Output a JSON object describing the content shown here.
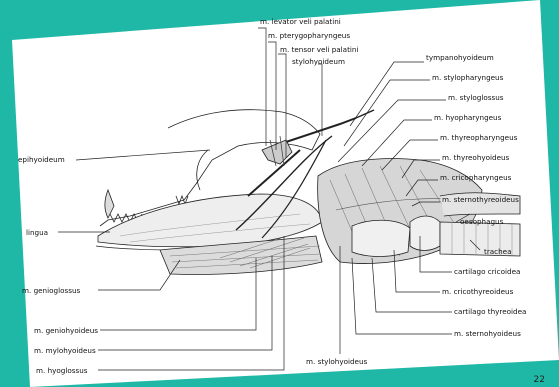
{
  "page_number": "22",
  "colors": {
    "background": "#1fb8a6",
    "paper": "#ffffff",
    "ink": "#111111"
  },
  "labels": {
    "levator_veli_palatini": "m. levator veli palatini",
    "pterygopharyngeus": "m. pterygopharyngeus",
    "tensor_veli_palatini": "m. tensor veli palatini",
    "stylohyoideum": "stylohyoideum",
    "tympanohyoideum": "tympanohyoideum",
    "stylopharyngeus": "m. stylopharyngeus",
    "styloglossus": "m. styloglossus",
    "hyopharyngeus": "m. hyopharyngeus",
    "thyreopharyngeus": "m. thyreopharyngeus",
    "thyreohyoideus": "m. thyreohyoideus",
    "cricopharyngeus": "m. cricopharyngeus",
    "sternothyreoideus": "m. sternothyreoideus",
    "oesophagus": "oesophagus",
    "trachea": "trachea",
    "cartilago_cricoidea": "cartilago cricoidea",
    "cricothyreoideus": "m. cricothyreoideus",
    "cartilago_thyreoidea": "cartilago thyreoidea",
    "sternohyoideus": "m. sternohyoideus",
    "stylohyoideus": "m. stylohyoideus",
    "hyoglossus": "m. hyoglossus",
    "mylohyoideus": "m. mylohyoideus",
    "geniohyoideus": "m. geniohyoideus",
    "genioglossus": "m. genioglossus",
    "lingua": "lingua",
    "epihyoideum": "epihyoideum"
  }
}
